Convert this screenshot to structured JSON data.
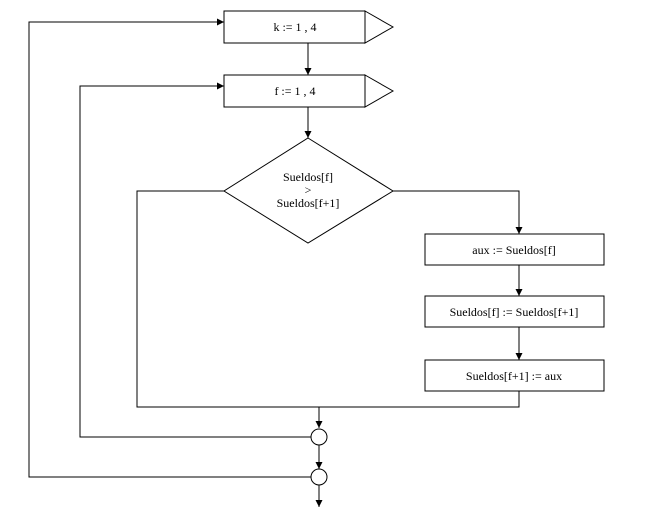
{
  "diagram": {
    "outer_loop": {
      "label": "k := 1 , 4"
    },
    "inner_loop": {
      "label": "f := 1 , 4"
    },
    "condition": {
      "line1": "Sueldos[f]",
      "line2": ">",
      "line3": "Sueldos[f+1]"
    },
    "steps": [
      {
        "label": "aux := Sueldos[f]"
      },
      {
        "label": "Sueldos[f] := Sueldos[f+1]"
      },
      {
        "label": "Sueldos[f+1] := aux"
      }
    ]
  }
}
